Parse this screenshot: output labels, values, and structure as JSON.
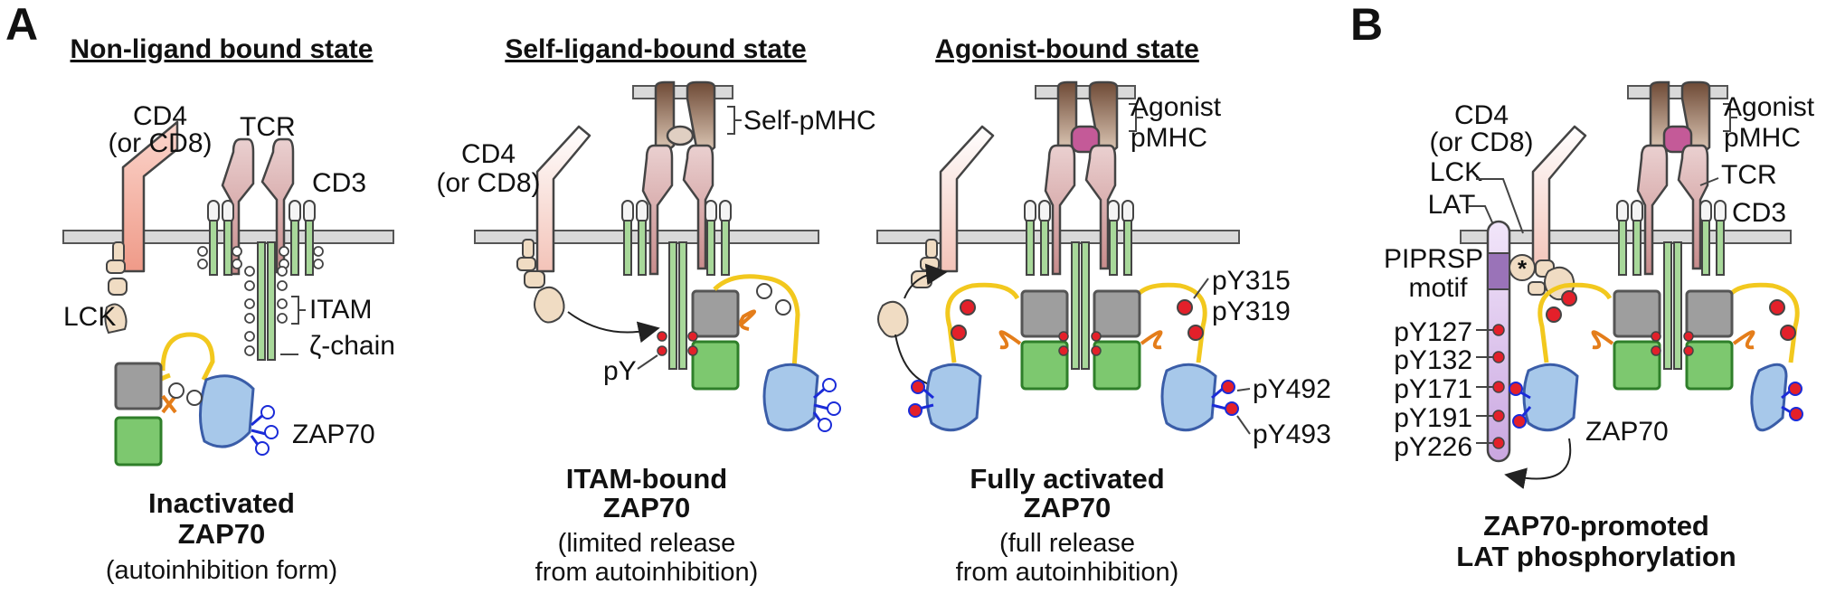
{
  "panel_letters": {
    "a": "A",
    "b": "B"
  },
  "states": [
    {
      "title": "Non-ligand bound state",
      "caption_bold": [
        "Inactivated",
        "ZAP70"
      ],
      "caption": [
        "(autoinhibition form)"
      ]
    },
    {
      "title": "Self-ligand-bound state",
      "caption_bold": [
        "ITAM-bound",
        "ZAP70"
      ],
      "caption": [
        "(limited release",
        "from autoinhibition)"
      ]
    },
    {
      "title": "Agonist-bound state",
      "caption_bold": [
        "Fully activated",
        "ZAP70"
      ],
      "caption": [
        "(full release",
        "from autoinhibition)"
      ]
    }
  ],
  "panel_b": {
    "caption_bold": [
      "ZAP70-promoted",
      "LAT phosphorylation"
    ]
  },
  "labels": {
    "cd4": "CD4",
    "or_cd8": "(or CD8)",
    "tcr": "TCR",
    "cd3": "CD3",
    "lck": "LCK",
    "itam": "ITAM",
    "zeta_chain": "ζ-chain",
    "zap70": "ZAP70",
    "self_pmhc": "Self-pMHC",
    "agonist": "Agonist",
    "pmhc": "pMHC",
    "py": "pY",
    "py315": "pY315",
    "py319": "pY319",
    "py492": "pY492",
    "py493": "pY493",
    "lat": "LAT",
    "piprsp": "PIPRSP",
    "motif": "motif",
    "py127": "pY127",
    "py132": "pY132",
    "py171": "pY171",
    "py191": "pY191",
    "py226": "pY226"
  },
  "colors": {
    "membrane": "#d9d9d9",
    "cd4": "#f3a898",
    "tcr": "#d9a0a0",
    "cd3": "#f4f4f4",
    "itam": "#a8d89a",
    "zap_kinase": "#a7c8ea",
    "zap_sh2_gray": "#9e9e9e",
    "zap_sh2_green": "#7dc86f",
    "linker": "#f2c81e",
    "phospho": "#e3202a",
    "mhc": "#8c6a55",
    "agonist_peptide": "#c45a98",
    "lat": "#d5b8e8",
    "lck": "#f0dcc3"
  }
}
